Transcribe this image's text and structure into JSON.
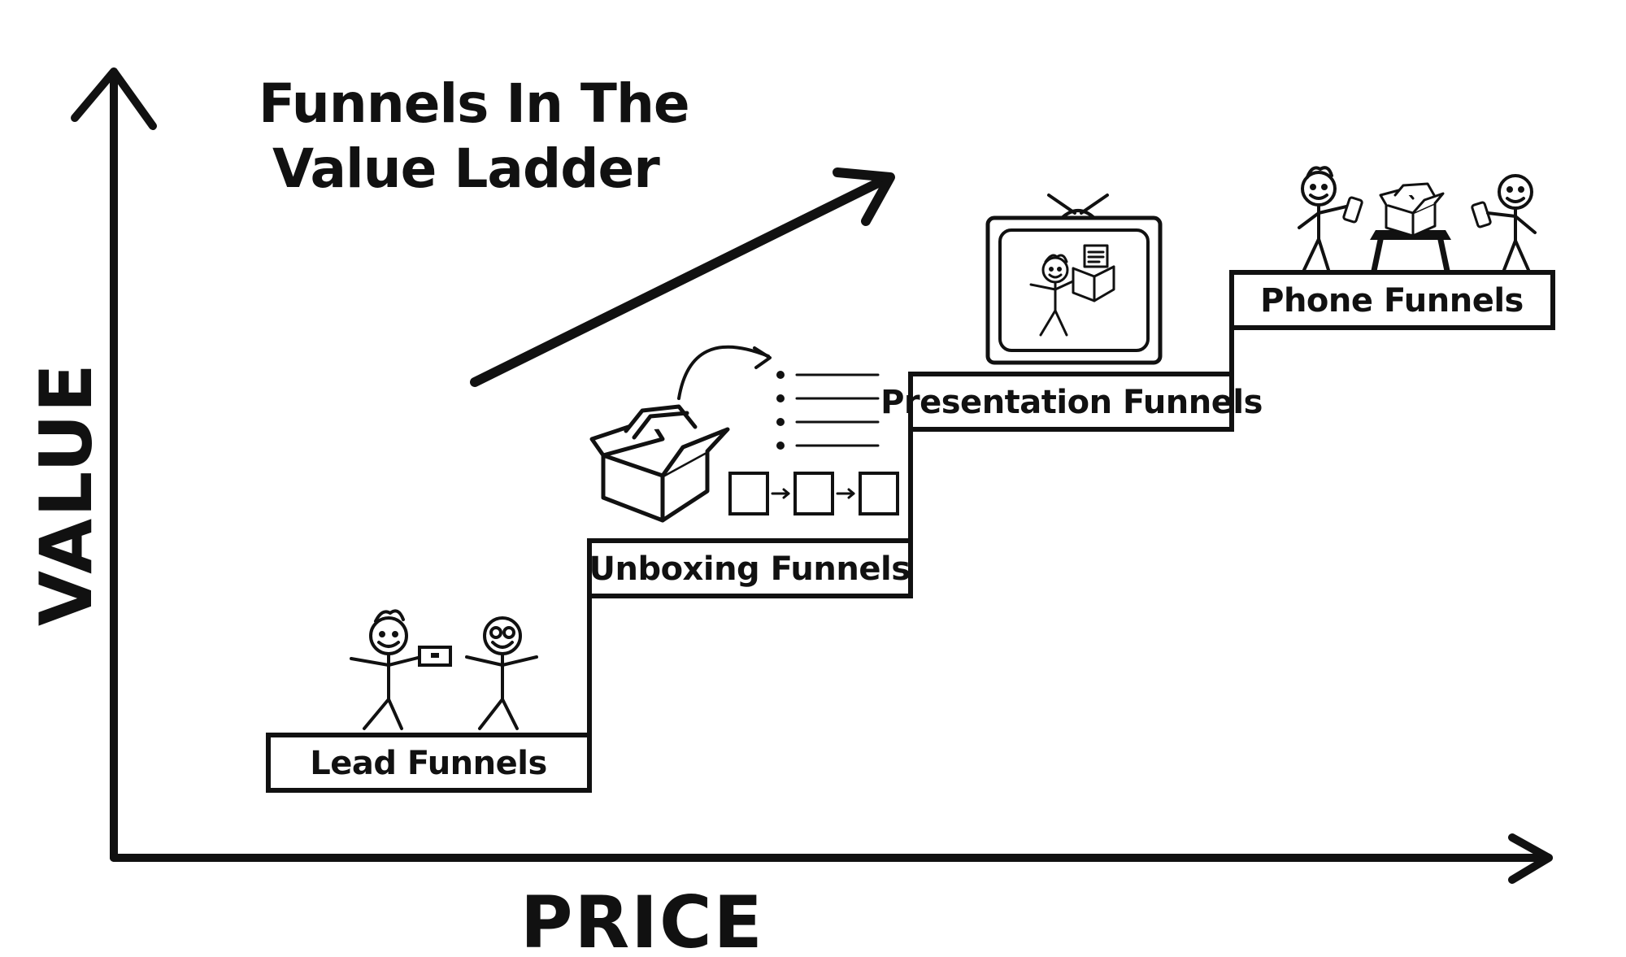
{
  "title": {
    "line1": "Funnels In The",
    "line2": "Value Ladder"
  },
  "axes": {
    "y_label": "VALUE",
    "x_label": "PRICE"
  },
  "steps": [
    {
      "label": "Lead Funnels"
    },
    {
      "label": "Unboxing Funnels"
    },
    {
      "label": "Presentation Funnels"
    },
    {
      "label": "Phone Funnels"
    }
  ],
  "colors": {
    "ink": "#111111",
    "background": "#ffffff"
  }
}
